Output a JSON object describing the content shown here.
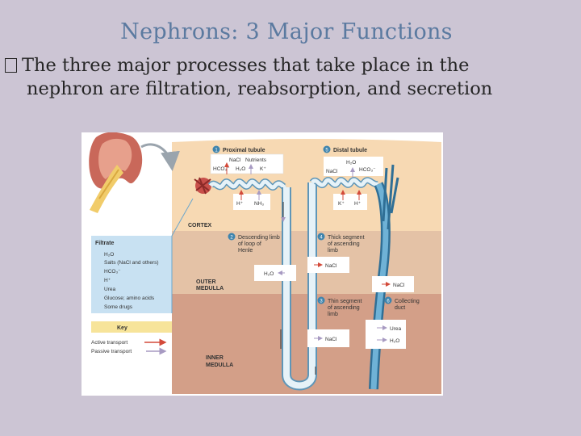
{
  "slide": {
    "title": "Nephrons: 3 Major Functions",
    "bullet_line1": "The three major processes that take place in the",
    "bullet_line2": "nephron are filtration, reabsorption, and secretion"
  },
  "figure": {
    "zones": {
      "cortex": "CORTEX",
      "outer1": "OUTER",
      "outer2": "MEDULLA",
      "inner1": "INNER",
      "inner2": "MEDULLA"
    },
    "sections": {
      "s1_num": "1",
      "s1_label": "Proximal tubule",
      "s2_num": "2",
      "s2_l1": "Descending limb",
      "s2_l2": "of loop of",
      "s2_l3": "Henle",
      "s3_num": "3",
      "s3_l1": "Thin segment",
      "s3_l2": "of ascending",
      "s3_l3": "limb",
      "s4_num": "4",
      "s4_l1": "Thick segment",
      "s4_l2": "of ascending",
      "s4_l3": "limb",
      "s5_num": "5",
      "s5_label": "Distal tubule",
      "s6_num": "6",
      "s6_l1": "Collecting",
      "s6_l2": "duct"
    },
    "solutes": {
      "prox_nacl": "NaCl",
      "prox_nutrients": "Nutrients",
      "prox_hco3": "HCO₃⁻",
      "prox_h2o": "H₂O",
      "prox_k": "K⁺",
      "prox_h": "H⁺",
      "prox_nh3": "NH₃",
      "dist_h2o": "H₂O",
      "dist_nacl": "NaCl",
      "dist_hco3": "HCO₃⁻",
      "dist_k": "K⁺",
      "dist_h": "H⁺",
      "desc_h2o": "H₂O",
      "thick_nacl": "NaCl",
      "outer_nacl": "NaCl",
      "thin_nacl": "NaCl",
      "cd_urea": "Urea",
      "cd_h2o": "H₂O"
    },
    "filtrate": {
      "heading": "Filtrate",
      "items": [
        "H₂O",
        "Salts (NaCl and others)",
        "HCO₃⁻",
        "H⁺",
        "Urea",
        "Glucose; amino acids",
        "Some drugs"
      ]
    },
    "key": {
      "heading": "Key",
      "active": "Active transport",
      "passive": "Passive transport"
    },
    "colors": {
      "cortex": "#f7d9b3",
      "outer": "#e4c2a6",
      "inner": "#d39f88",
      "tubule": "#e6f2f8",
      "duct": "#3f84ad",
      "filtrate_bg": "#c8e1f2",
      "key_bg": "#f7e49a",
      "active_arrow": "#d34a3a",
      "passive_arrow": "#a79ac2"
    }
  }
}
